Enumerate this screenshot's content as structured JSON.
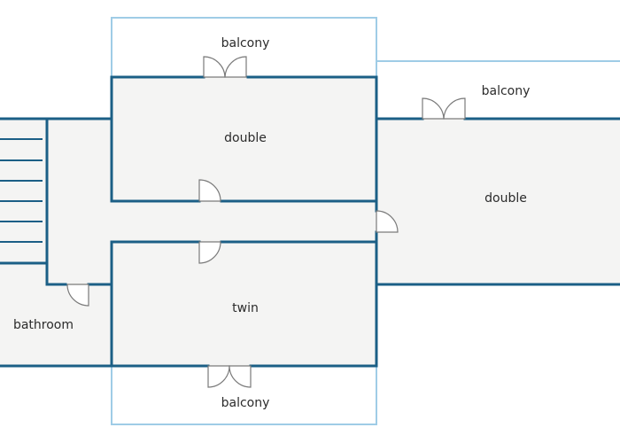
{
  "rooms": {
    "balcony_top": "balcony",
    "balcony_right": "balcony",
    "balcony_bottom": "balcony",
    "double_top": "double",
    "double_right": "double",
    "twin": "twin",
    "bathroom": "bathroom"
  },
  "colors": {
    "wall": "#1b5f86",
    "balcony_outline": "#9fcce6",
    "floor": "#f4f4f3",
    "door": "#7a7a7a"
  },
  "icons": [
    "door-swing-icon",
    "stairs-icon"
  ]
}
